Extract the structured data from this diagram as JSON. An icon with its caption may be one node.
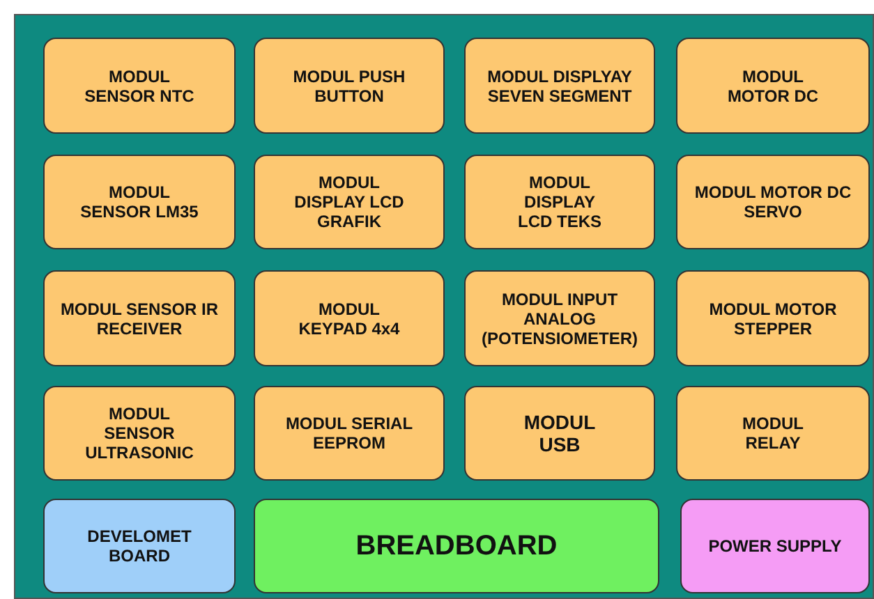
{
  "diagram": {
    "nodes": [
      {
        "text": [],
        "shape": "box"
      },
      {
        "text": [
          "MODUL SENSOR NTC"
        ],
        "in": 0
      },
      {
        "text": [
          "MODUL PUSH BUTTON"
        ],
        "in": 0
      },
      {
        "text": [
          "MODUL DISPLYAY SEVEN SEGMENT"
        ],
        "in": 0
      },
      {
        "text": [
          "MODUL MOTOR DC"
        ],
        "in": 0
      },
      {
        "text": [
          "MODUL SENSOR LM35"
        ],
        "in": 0
      },
      {
        "text": [
          "MODUL DISPLAY LCD GRAFIK"
        ],
        "in": 0
      },
      {
        "text": [
          "MODUL DISPLAY LCD TEKS"
        ],
        "in": 0
      },
      {
        "text": [
          "MODUL MOTOR DC SERVO"
        ],
        "in": 0
      },
      {
        "text": [
          "MODUL SENSOR IR RECEIVER"
        ],
        "in": 0
      },
      {
        "text": [
          "MODUL KEYPAD 4x4"
        ],
        "in": 0
      },
      {
        "text": [
          "MODUL INPUT ANALOG (POTENSIOMETER)"
        ],
        "in": 0
      },
      {
        "text": [
          "MODUL MOTOR STEPPER"
        ],
        "in": 0
      },
      {
        "text": [
          "MODUL SENSOR ULTRASONIC"
        ],
        "in": 0
      },
      {
        "text": [
          "MODUL SERIAL EEPROM"
        ],
        "in": 0
      },
      {
        "text": [
          "MODUL USB"
        ],
        "in": 0
      },
      {
        "text": [
          "MODUL RELAY"
        ],
        "in": 0
      },
      {
        "text": [
          "DEVELOMET BOARD"
        ],
        "in": 0
      },
      {
        "text": [
          "BREADBOARD"
        ],
        "in": 0
      },
      {
        "text": [
          "POWER SUPPLY"
        ],
        "in": 0
      }
    ]
  }
}
